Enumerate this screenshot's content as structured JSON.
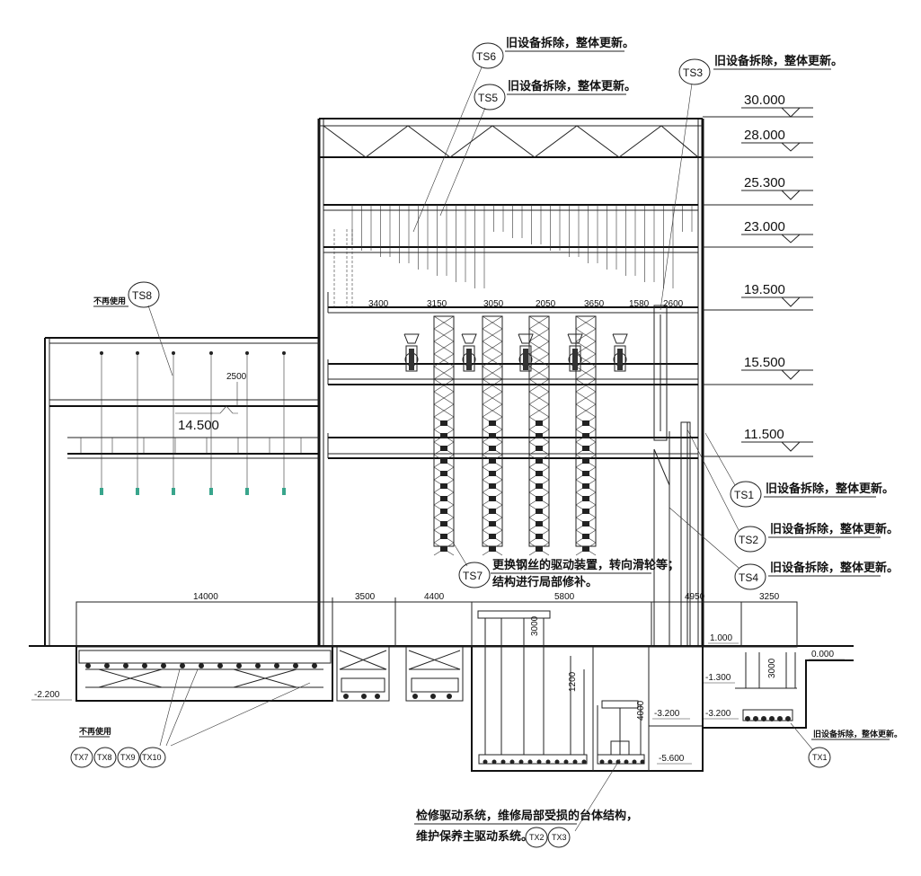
{
  "levels": {
    "l30": "30.000",
    "l28": "28.000",
    "l253": "25.300",
    "l23": "23.000",
    "l195": "19.500",
    "l155": "15.500",
    "l115": "11.500",
    "l145": "14.500",
    "l1000": "1.000",
    "l0": "0.000",
    "lm13": "-1.300",
    "lm22": "-2.200",
    "lm32a": "-3.200",
    "lm32b": "-3.200",
    "lm56": "-5.600"
  },
  "dims": {
    "d3400": "3400",
    "d3150": "3150",
    "d3050": "3050",
    "d2050": "2050",
    "d3650": "3650",
    "d1580": "1580",
    "d2600": "2600",
    "d2500": "2500",
    "d14000": "14000",
    "d3500": "3500",
    "d4400": "4400",
    "d5800": "5800",
    "d4950": "4950",
    "d3250": "3250",
    "d3000a": "3000",
    "d1200": "1200",
    "d4000": "4000",
    "d3000b": "3000"
  },
  "tags": {
    "ts1": "TS1",
    "ts2": "TS2",
    "ts3": "TS3",
    "ts4": "TS4",
    "ts5": "TS5",
    "ts6": "TS6",
    "ts7": "TS7",
    "ts8": "TS8",
    "tx1": "TX1",
    "tx2": "TX2",
    "tx3": "TX3",
    "tx7": "TX7",
    "tx8": "TX8",
    "tx9": "TX9",
    "tx10": "TX10"
  },
  "notes": {
    "ts6": "旧设备拆除，整体更新。",
    "ts5": "旧设备拆除，整体更新。",
    "ts3": "旧设备拆除，整体更新。",
    "ts1": "旧设备拆除，整体更新。",
    "ts2": "旧设备拆除，整体更新。",
    "ts4": "旧设备拆除，整体更新。",
    "ts7_line1": "更换钢丝的驱动装置，转向滑轮等；",
    "ts7_line2": "结构进行局部修补。",
    "ts8": "不再使用",
    "tx_left": "不再使用",
    "tx1": "旧设备拆除，整体更新。",
    "bottom_line1": "检修驱动系统，维修局部受损的台体结构，",
    "bottom_line2": "维护保养主驱动系统。"
  }
}
